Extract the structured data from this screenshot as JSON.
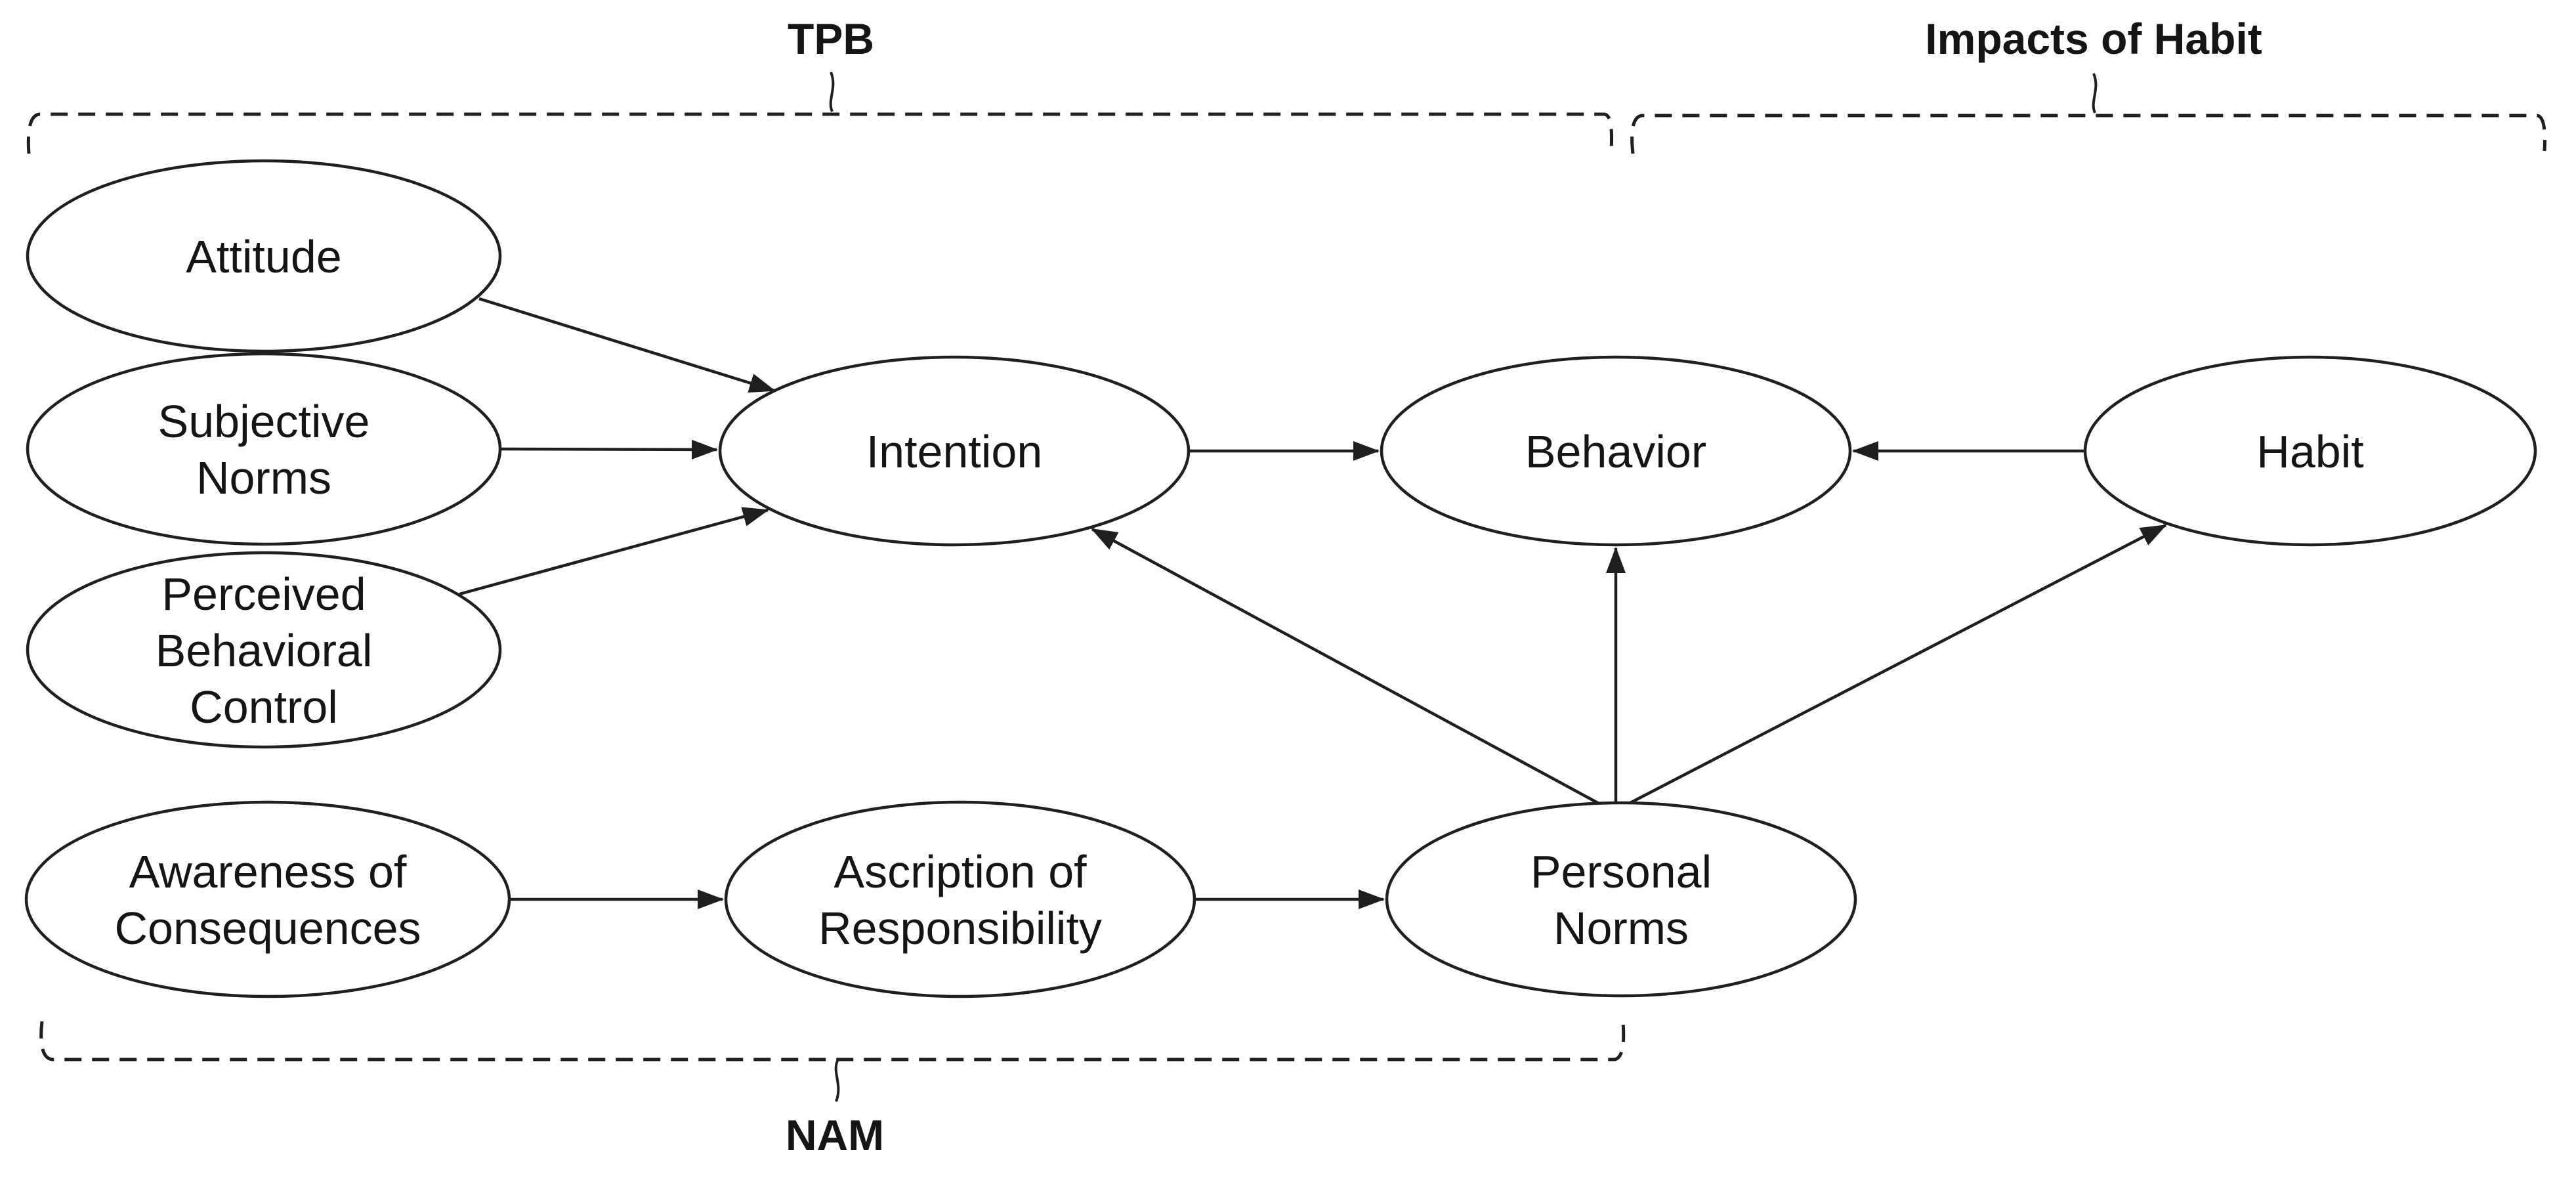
{
  "figure": {
    "title": "TPB and NAM integrated behavior model",
    "background_color": "#ffffff",
    "stroke_color": "#1f1f1f",
    "text_color": "#151515"
  },
  "groups": {
    "tpb": {
      "label": "TPB"
    },
    "impacts_of_habit": {
      "label": "Impacts of Habit"
    },
    "nam": {
      "label": "NAM"
    }
  },
  "nodes": {
    "attitude": {
      "lines": [
        "Attitude"
      ]
    },
    "subjective_norms": {
      "lines": [
        "Subjective",
        "Norms"
      ]
    },
    "perceived_behavioral_control": {
      "lines": [
        "Perceived",
        "Behavioral",
        "Control"
      ]
    },
    "awareness_of_consequences": {
      "lines": [
        "Awareness of",
        "Consequences"
      ]
    },
    "intention": {
      "lines": [
        "Intention"
      ]
    },
    "ascription_of_responsibility": {
      "lines": [
        "Ascription of",
        "Responsibility"
      ]
    },
    "behavior": {
      "lines": [
        "Behavior"
      ]
    },
    "personal_norms": {
      "lines": [
        "Personal",
        "Norms"
      ]
    },
    "habit": {
      "lines": [
        "Habit"
      ]
    }
  },
  "edges": [
    {
      "from": "Attitude",
      "to": "Intention"
    },
    {
      "from": "Subjective Norms",
      "to": "Intention"
    },
    {
      "from": "Perceived Behavioral Control",
      "to": "Intention"
    },
    {
      "from": "Intention",
      "to": "Behavior"
    },
    {
      "from": "Habit",
      "to": "Behavior"
    },
    {
      "from": "Personal Norms",
      "to": "Intention"
    },
    {
      "from": "Personal Norms",
      "to": "Behavior"
    },
    {
      "from": "Personal Norms",
      "to": "Habit"
    },
    {
      "from": "Awareness of Consequences",
      "to": "Ascription of Responsibility"
    },
    {
      "from": "Ascription of Responsibility",
      "to": "Personal Norms"
    }
  ]
}
